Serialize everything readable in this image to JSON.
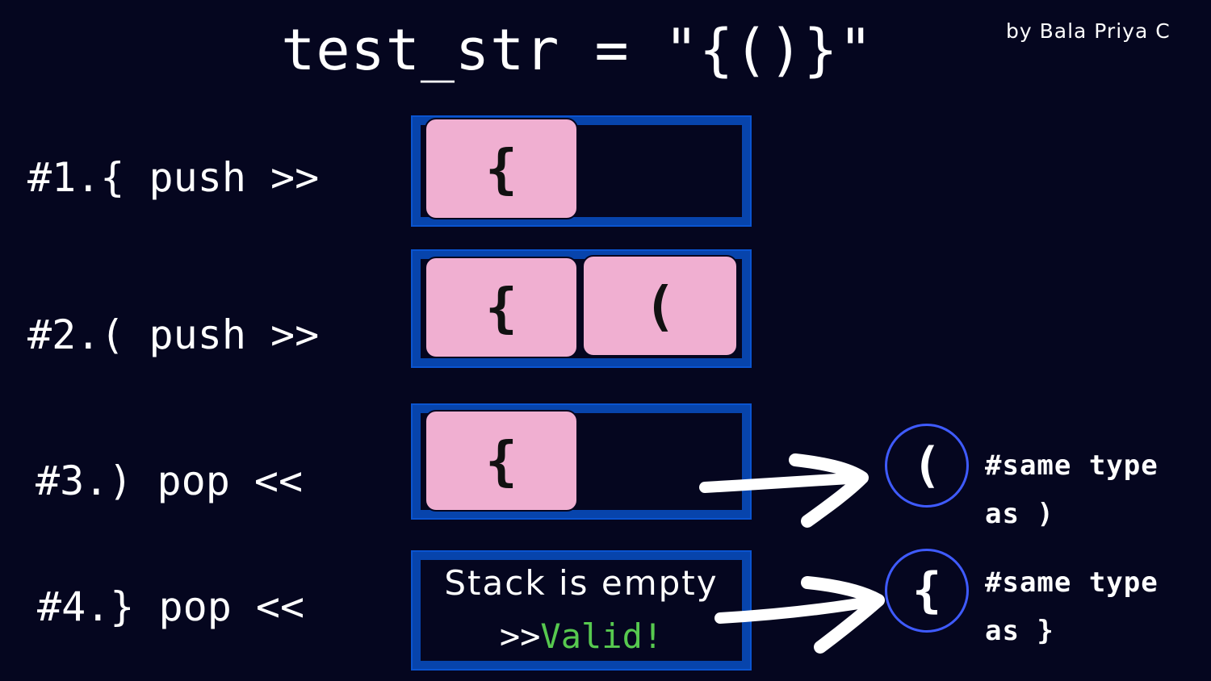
{
  "title": "test_str = \"{()}\"",
  "byline": "by Bala Priya C",
  "steps": [
    {
      "label": "#1.{ push >>",
      "stack": [
        "{"
      ]
    },
    {
      "label": "#2.( push >>",
      "stack": [
        "{",
        "("
      ]
    },
    {
      "label": "#3.) pop <<",
      "stack": [
        "{"
      ],
      "popped": "(",
      "note_line1": "#same type",
      "note_line2": "as )"
    },
    {
      "label": "#4.} pop <<",
      "empty_text": "Stack is empty",
      "valid_prefix": ">>",
      "valid_word": "Valid!",
      "popped": "{",
      "note_line1": "#same type",
      "note_line2": "as }"
    }
  ],
  "colors": {
    "background": "#05061f",
    "stack_border": "#0744ac",
    "stack_cell": "#f0afd1",
    "circle_border": "#3f5bff",
    "valid_text": "#57c94f"
  }
}
